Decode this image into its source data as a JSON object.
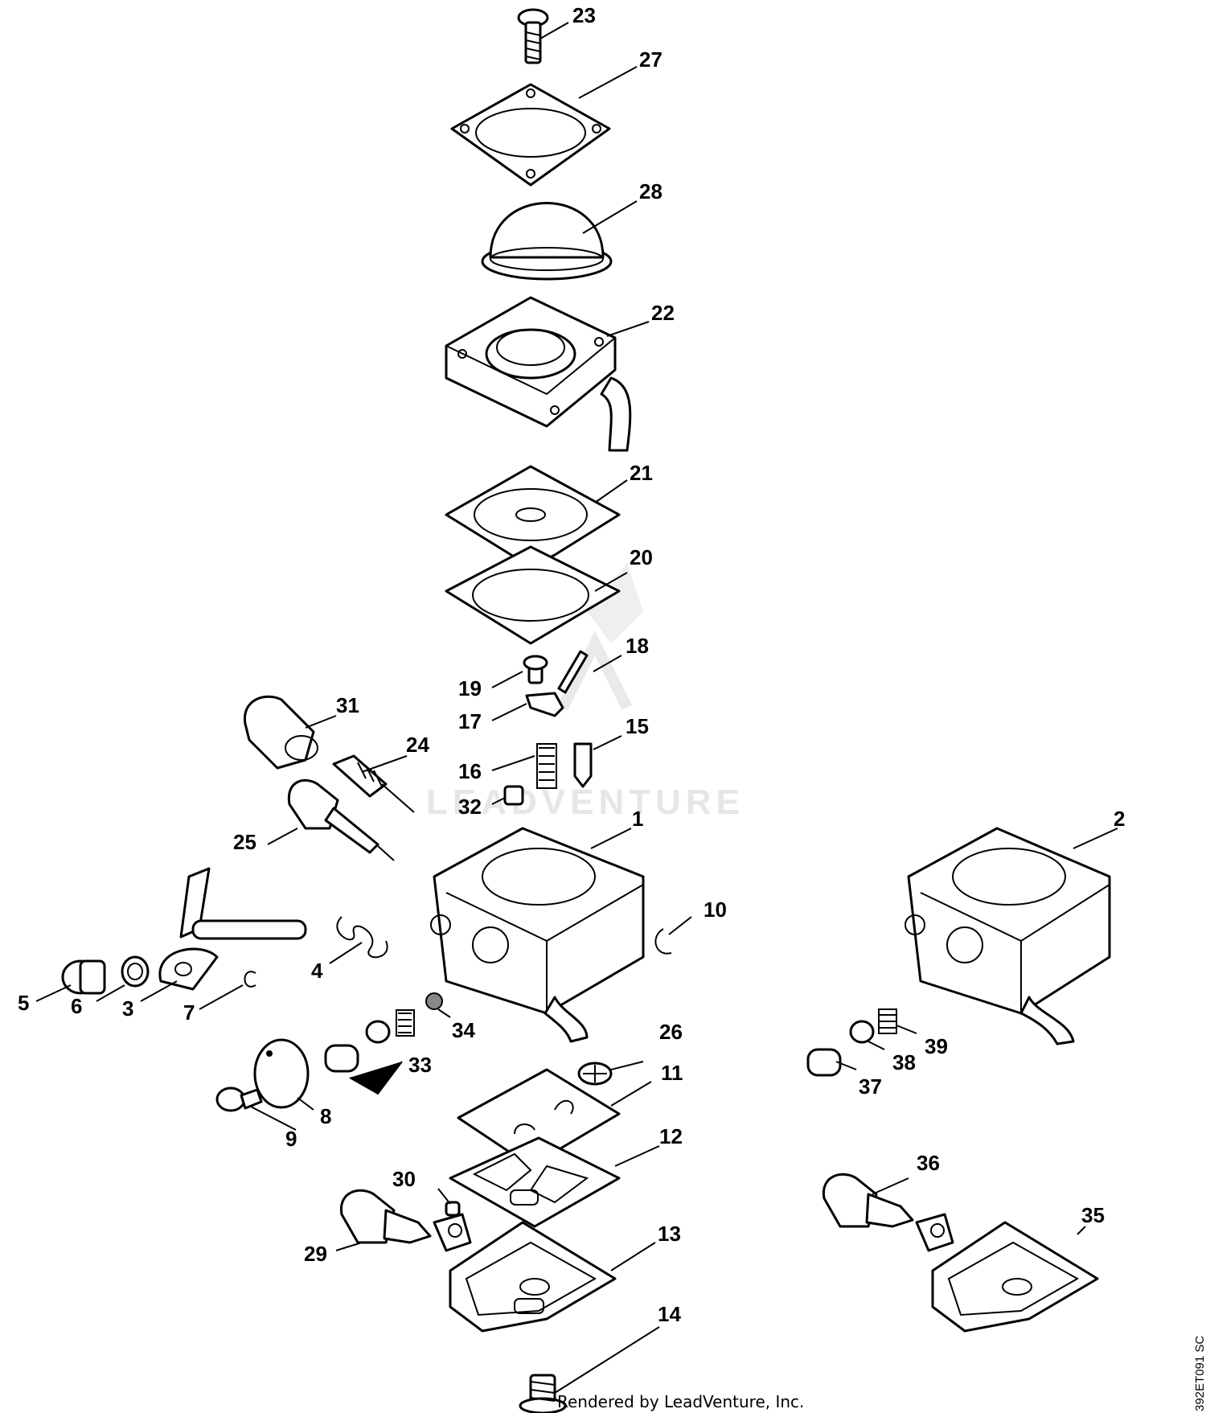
{
  "figure_code": "392ET091 SC",
  "watermark": "LEADVENTURE",
  "footer": "Rendered by LeadVenture, Inc.",
  "callouts": [
    "1",
    "2",
    "3",
    "4",
    "5",
    "6",
    "7",
    "8",
    "9",
    "10",
    "11",
    "12",
    "13",
    "14",
    "15",
    "16",
    "17",
    "18",
    "19",
    "20",
    "21",
    "22",
    "23",
    "24",
    "25",
    "26",
    "27",
    "28",
    "29",
    "30",
    "31",
    "32",
    "33",
    "34",
    "35",
    "36",
    "37",
    "38",
    "39"
  ]
}
